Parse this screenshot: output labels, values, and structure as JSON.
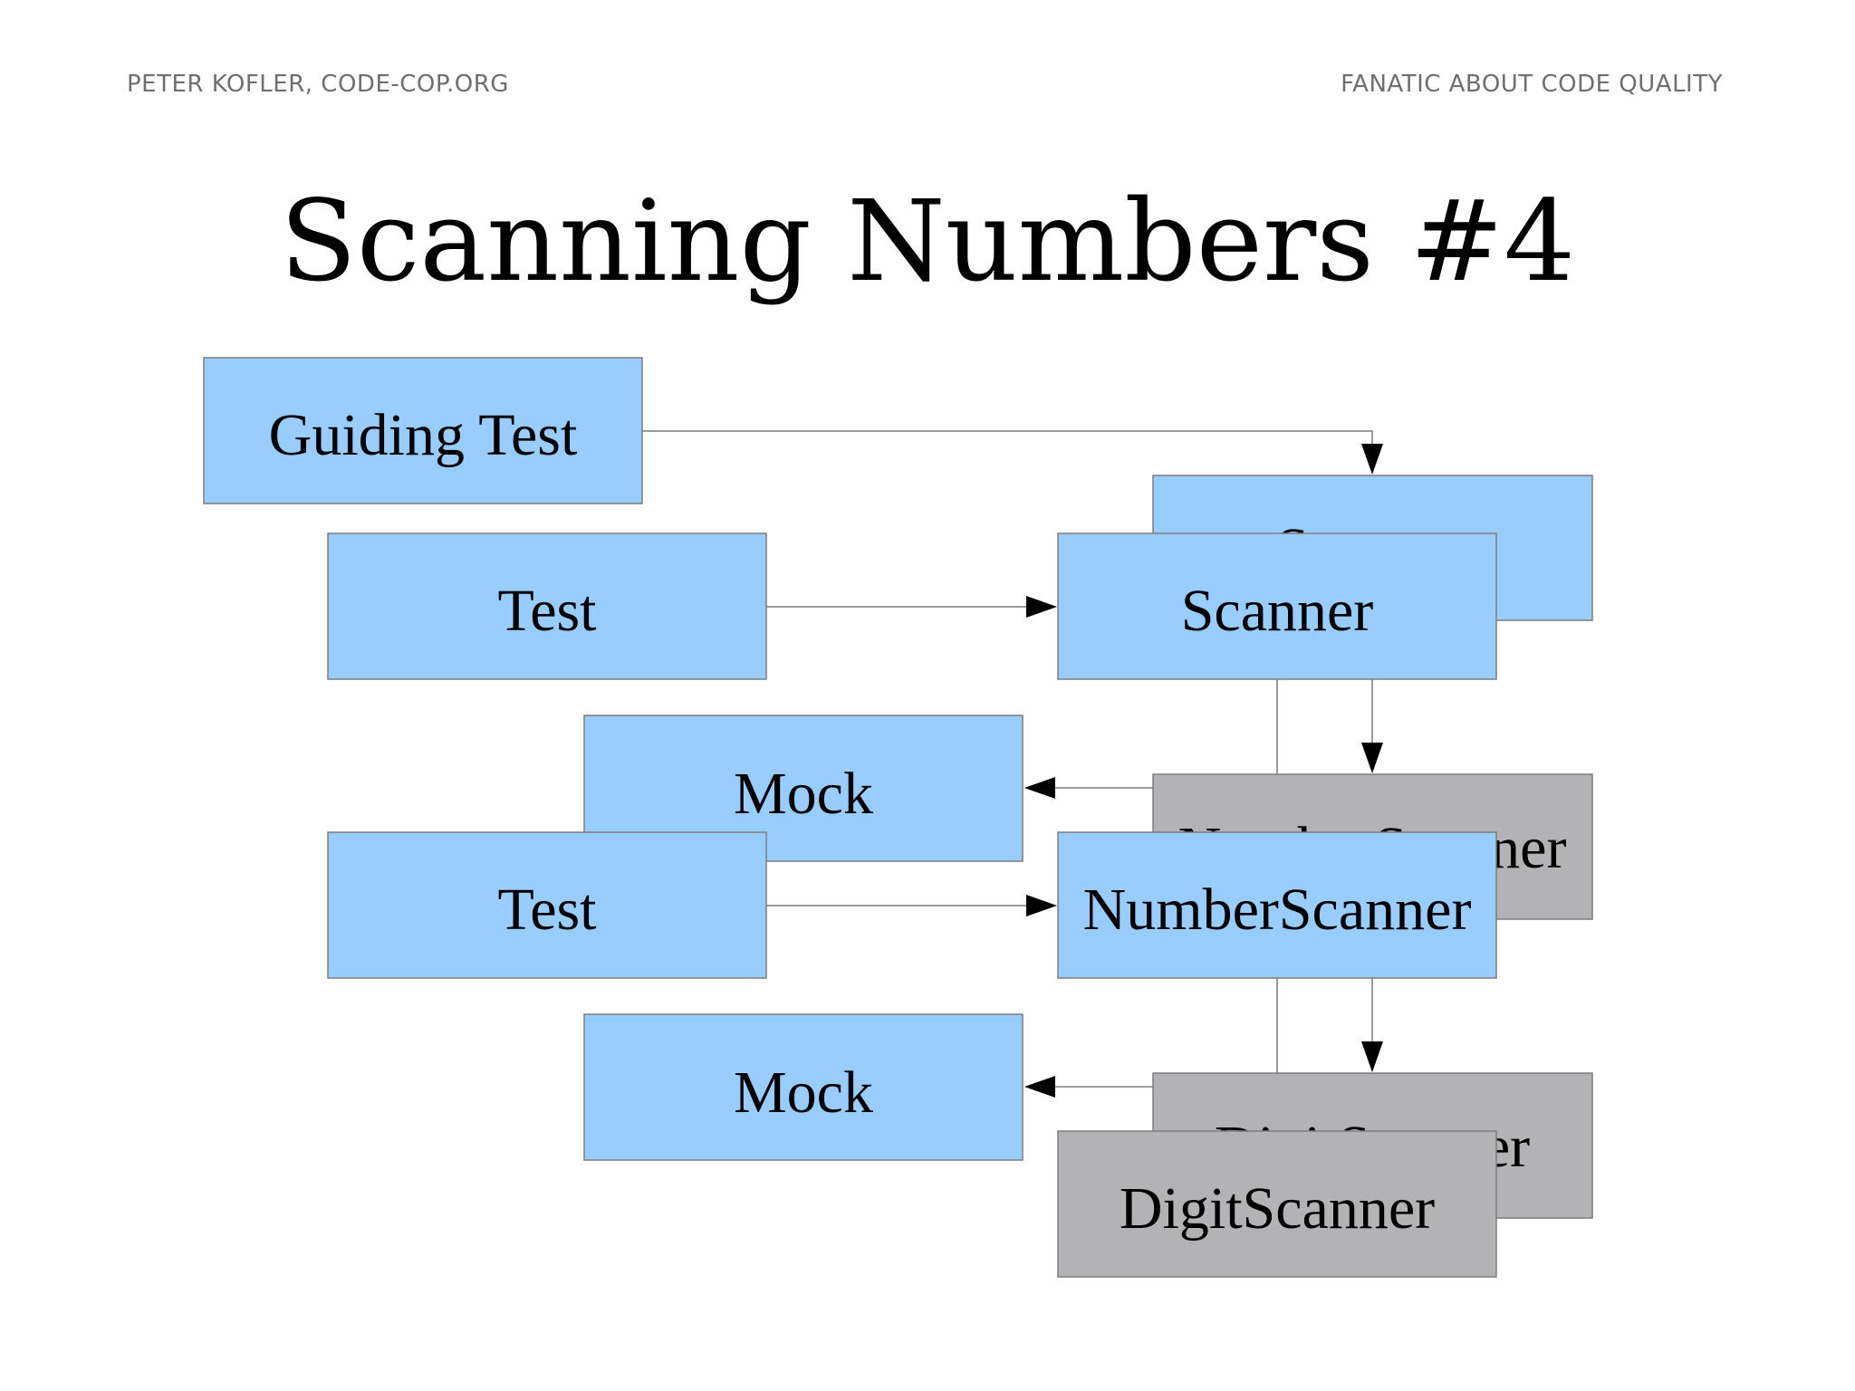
{
  "header": {
    "left": "PETER KOFLER, CODE-COP.ORG",
    "right": "FANATIC ABOUT CODE QUALITY"
  },
  "title": "Scanning Numbers #4",
  "diagram": {
    "colors": {
      "blue_box": "#99ccff",
      "gray_box": "#b3b2b5",
      "border": "#7d7d7d",
      "line": "#7a7a7a",
      "arrow": "#000000"
    },
    "nodes": {
      "guiding_test": "Guiding Test",
      "scanner_back": "Scanner",
      "test_1": "Test",
      "scanner": "Scanner",
      "mock_1": "Mock",
      "number_scanner_back": "NumberScanner",
      "test_2": "Test",
      "number_scanner": "NumberScanner",
      "mock_2": "Mock",
      "digit_scanner_back": "DigitScanner",
      "digit_scanner": "DigitScanner"
    },
    "edges": [
      {
        "from": "Guiding Test",
        "to": "Scanner"
      },
      {
        "from": "Test",
        "to": "Scanner"
      },
      {
        "from": "Scanner",
        "to": "Mock"
      },
      {
        "from": "Scanner",
        "to": "NumberScanner"
      },
      {
        "from": "Test",
        "to": "NumberScanner"
      },
      {
        "from": "NumberScanner",
        "to": "Mock"
      },
      {
        "from": "NumberScanner",
        "to": "DigitScanner"
      }
    ]
  }
}
